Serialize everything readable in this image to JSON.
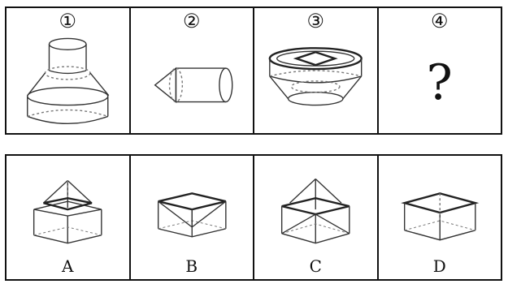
{
  "question_row": [
    {
      "label": "①",
      "figure": "frustum-with-cylinder-on-top"
    },
    {
      "label": "②",
      "figure": "cylinder-with-cone-tip"
    },
    {
      "label": "③",
      "figure": "bowl-with-square-top"
    },
    {
      "label": "④",
      "value": "?"
    }
  ],
  "option_row": [
    {
      "label": "A",
      "figure": "pyramid-on-cube"
    },
    {
      "label": "B",
      "figure": "cube-with-inner-pyramid"
    },
    {
      "label": "C",
      "figure": "pyramid-on-cube-with-inner-pyramid"
    },
    {
      "label": "D",
      "figure": "cube"
    }
  ]
}
